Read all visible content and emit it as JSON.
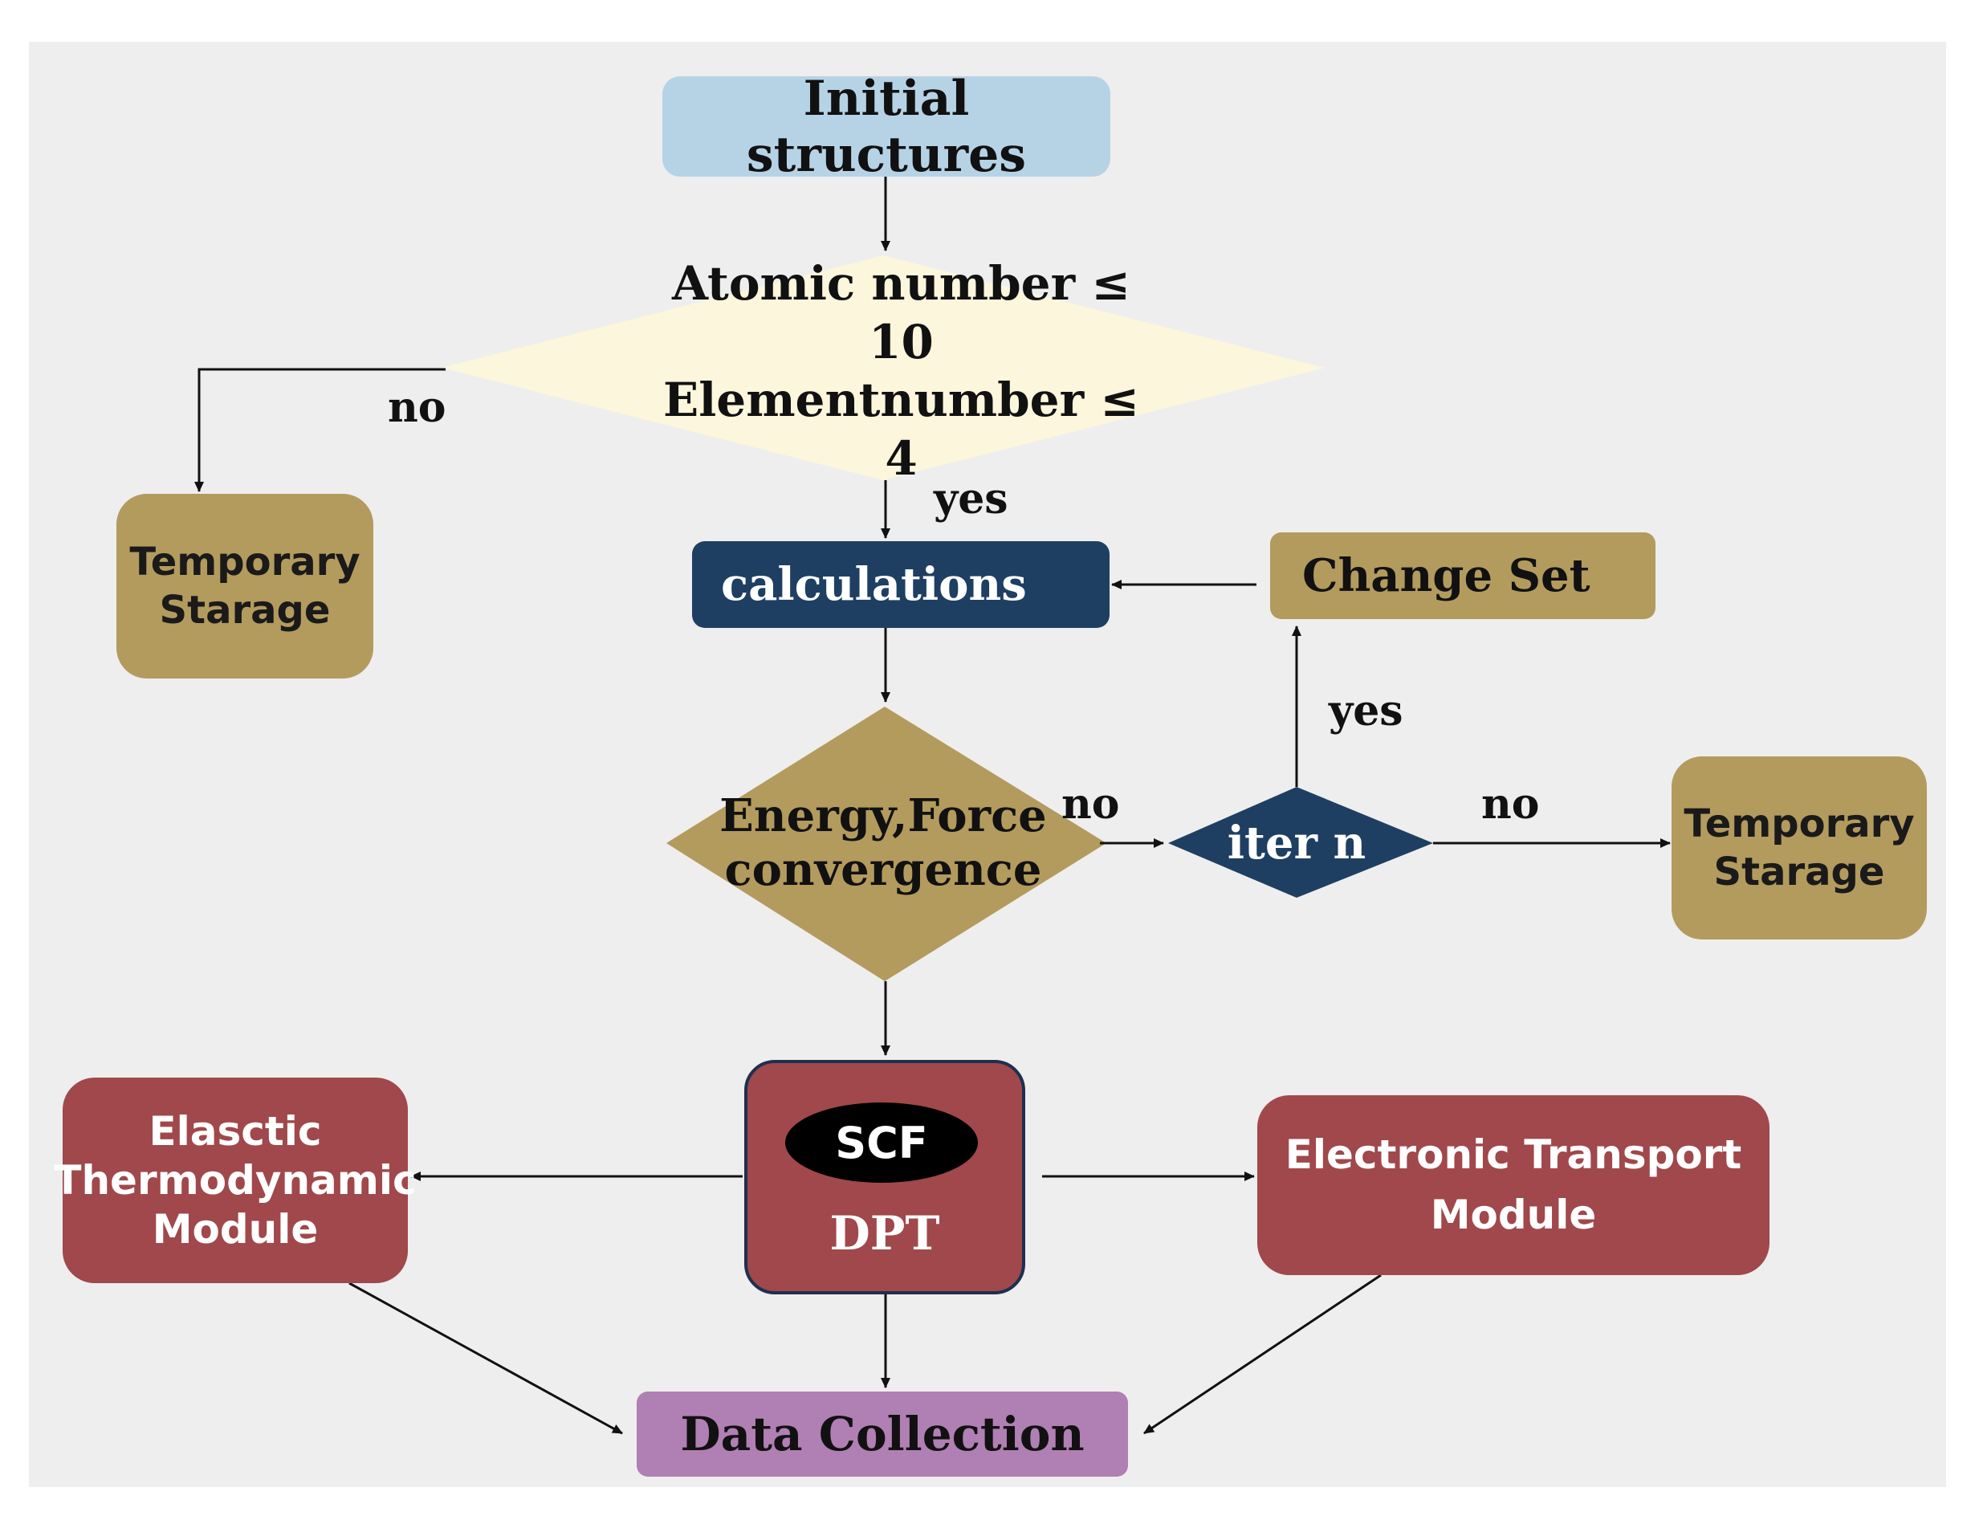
{
  "nodes": {
    "initial": "Initial structures",
    "criteria_line1": "Atomic number ≤ 10",
    "criteria_line2": "Elementnumber ≤ 4",
    "temp_storage_left": "Temporary\nStarage",
    "calculations": "calculations",
    "change_set": "Change Set",
    "convergence_line1": "Energy,Force",
    "convergence_line2": "convergence",
    "iter": "iter n",
    "temp_storage_right": "Temporary\nStarage",
    "scf": "SCF",
    "dpt": "DPT",
    "elastic": "Elasctic\nThermodynamic\nModule",
    "electronic": "Electronic Transport\nModule",
    "data_collection": "Data Collection"
  },
  "edge_labels": {
    "criteria_no": "no",
    "criteria_yes": "yes",
    "iter_yes": "yes",
    "convergence_no": "no",
    "iter_no": "no"
  },
  "colors": {
    "background": "#eeeeee",
    "initial": "#b6d3e6",
    "criteria": "#fbf6dc",
    "gold": "#b39b5e",
    "navy": "#1e3f62",
    "maroon": "#a0484b",
    "data_collection": "#b07fb3",
    "scf_ellipse": "#000000"
  }
}
